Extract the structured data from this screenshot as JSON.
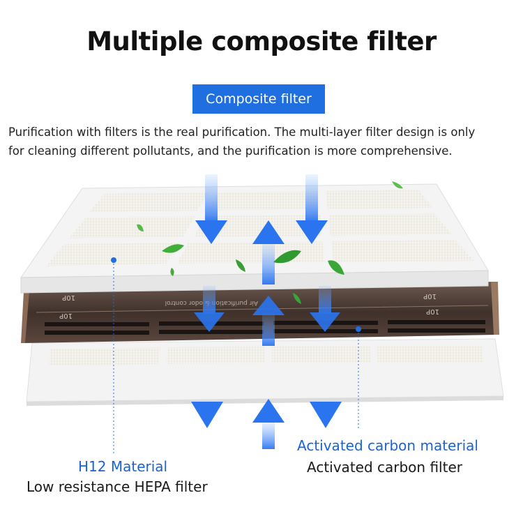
{
  "title": "Multiple composite filter",
  "badge": "Composite filter",
  "description": [
    "Purification with filters is the real purification. The multi-layer filter design is only",
    "for cleaning different pollutants, and the purification is more comprehensive."
  ],
  "labels": {
    "hepa_material": "H12 Material",
    "hepa_filter": "Low resistance HEPA filter",
    "carbon_material": "Activated carbon material",
    "carbon_filter": "Activated carbon filter"
  },
  "carbon_frame_text": {
    "top_left": "10P",
    "top_right": "10P",
    "bottom_left": "10P",
    "bottom_right": "10P",
    "center": "Air purification & odor control"
  },
  "colors": {
    "accent_blue": "#1f6fe0",
    "arrow_blue": "#2f7ff2",
    "leaf_green": "#3fae3a",
    "carbon_brown": "#4a3a33"
  }
}
